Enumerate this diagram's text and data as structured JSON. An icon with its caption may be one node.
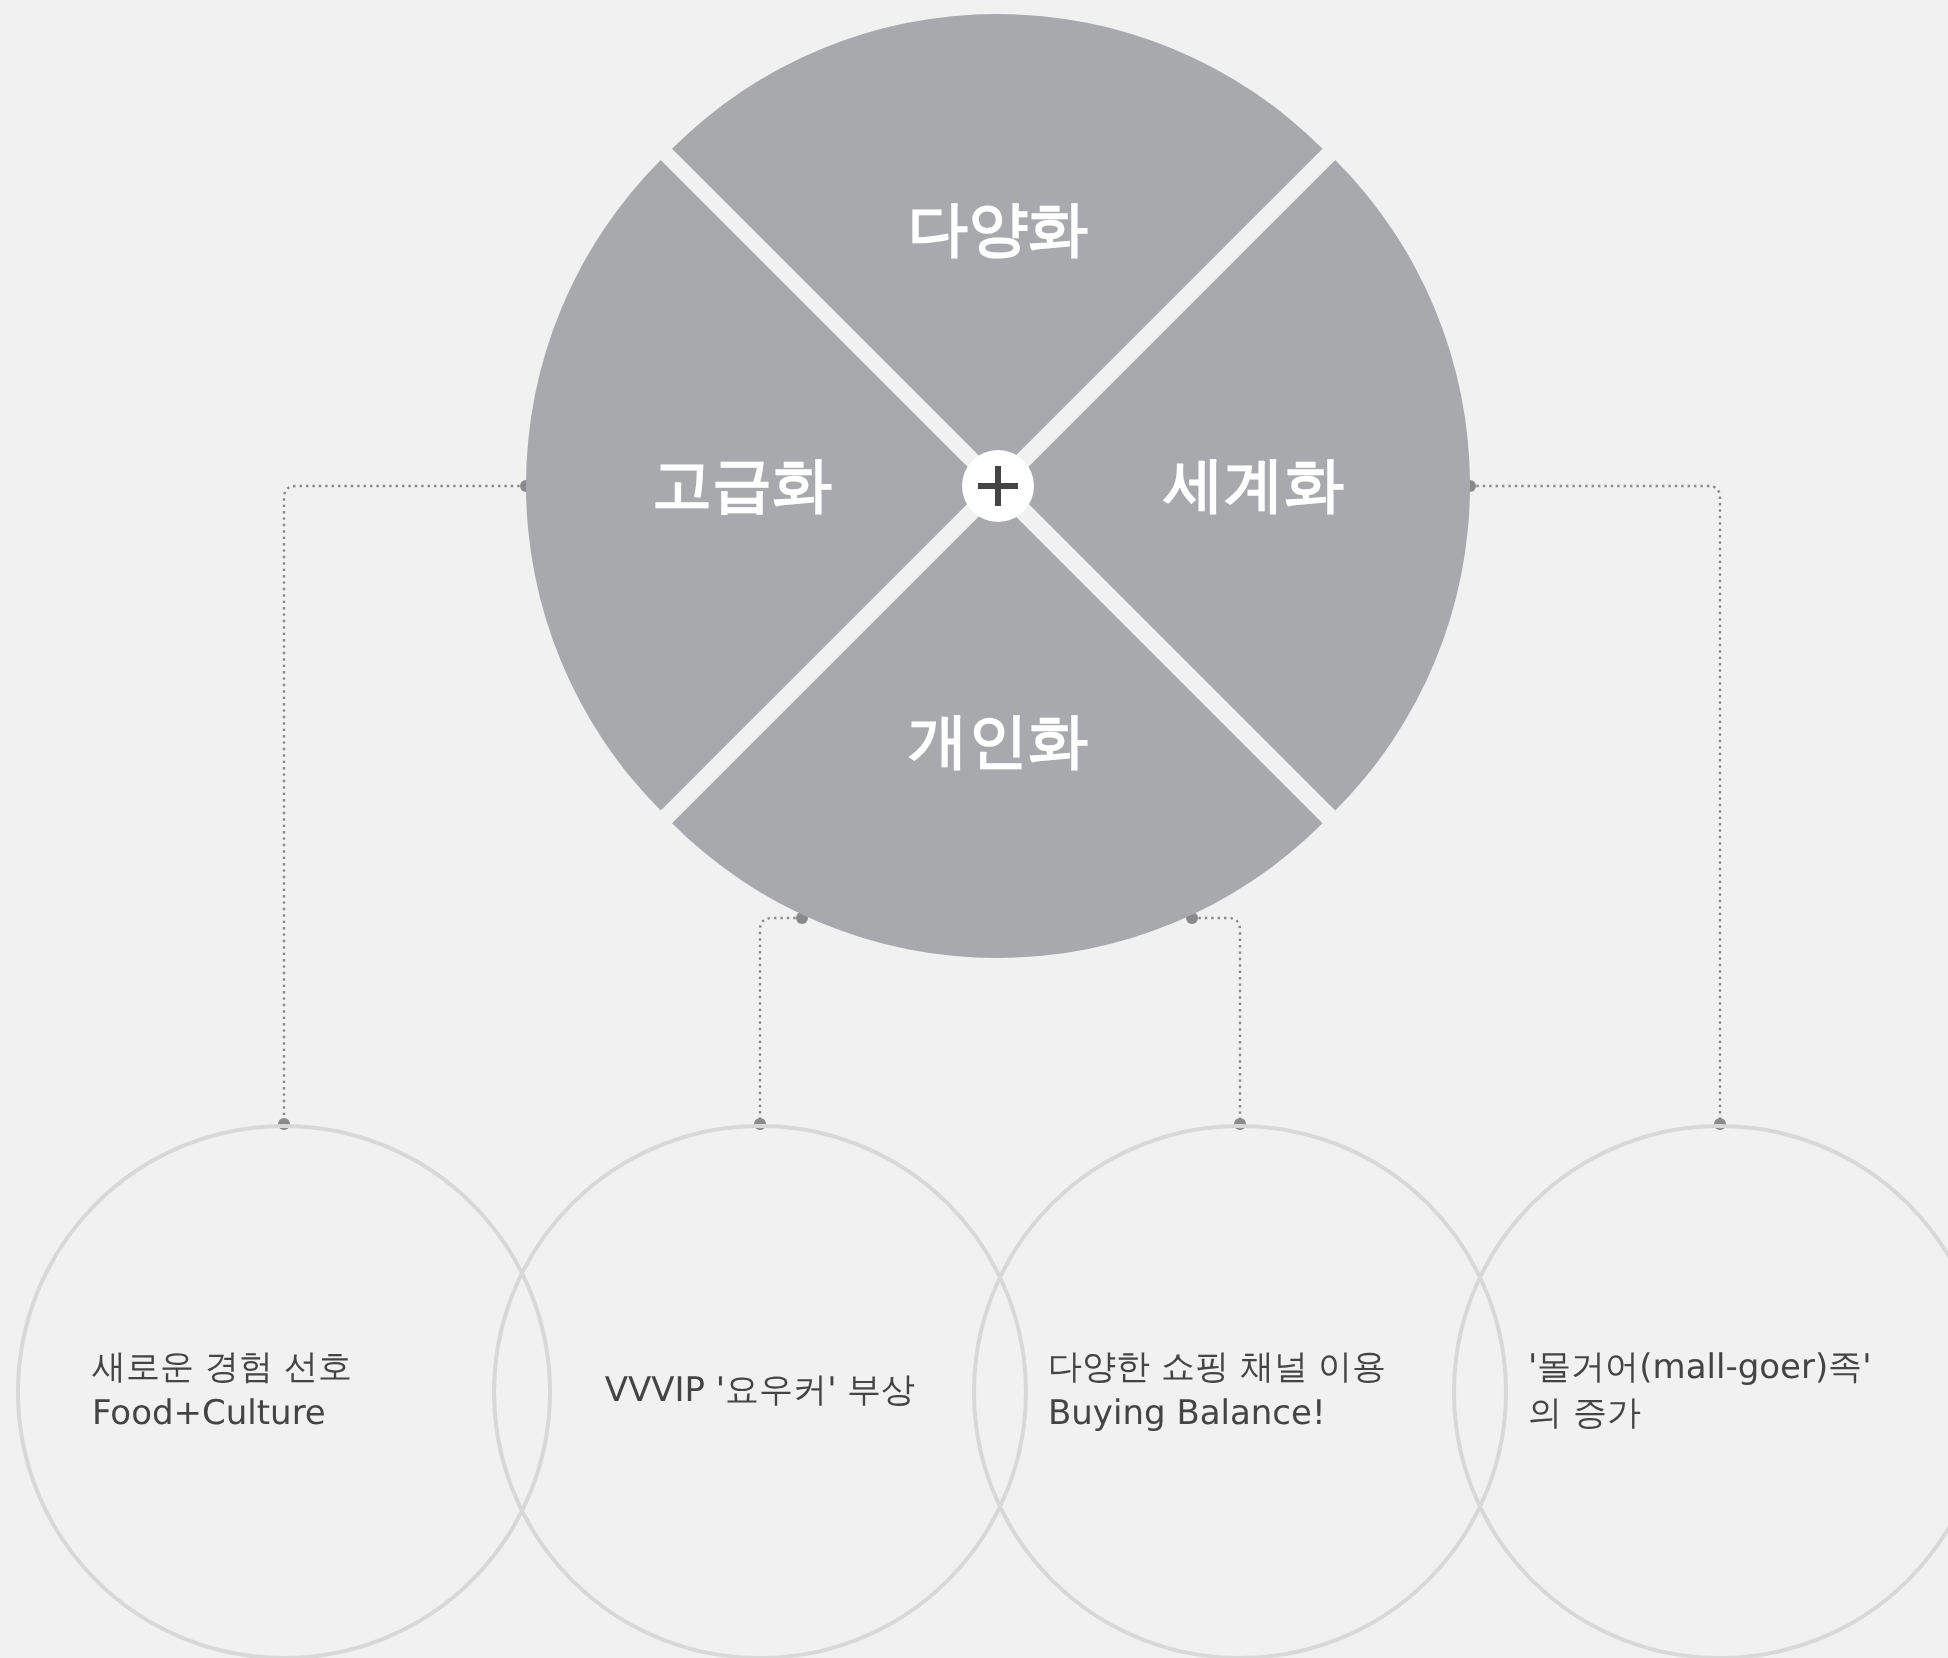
{
  "diagram": {
    "nodes": [
      {
        "text": [
          "다양화"
        ]
      },
      {
        "text": [
          "고급화"
        ]
      },
      {
        "text": [
          "세계화"
        ]
      },
      {
        "text": [
          "개인화"
        ]
      },
      {
        "text": [
          "새로운 경험 선호 Food+Culture"
        ]
      },
      {
        "text": [
          "VVVIP '요우커' 부상"
        ]
      },
      {
        "text": [
          "다양한 쇼핑 채널 이용 Buying Balance!"
        ]
      },
      {
        "text": [
          "'몰거어(mall-goer)족' 의 증가"
        ]
      }
    ],
    "edges": [
      {
        "from": 1,
        "to": 4,
        "arrow": "other"
      },
      {
        "from": 3,
        "to": 5,
        "arrow": "other"
      },
      {
        "from": 3,
        "to": 6,
        "arrow": "other"
      },
      {
        "from": 2,
        "to": 7,
        "arrow": "other"
      }
    ]
  }
}
